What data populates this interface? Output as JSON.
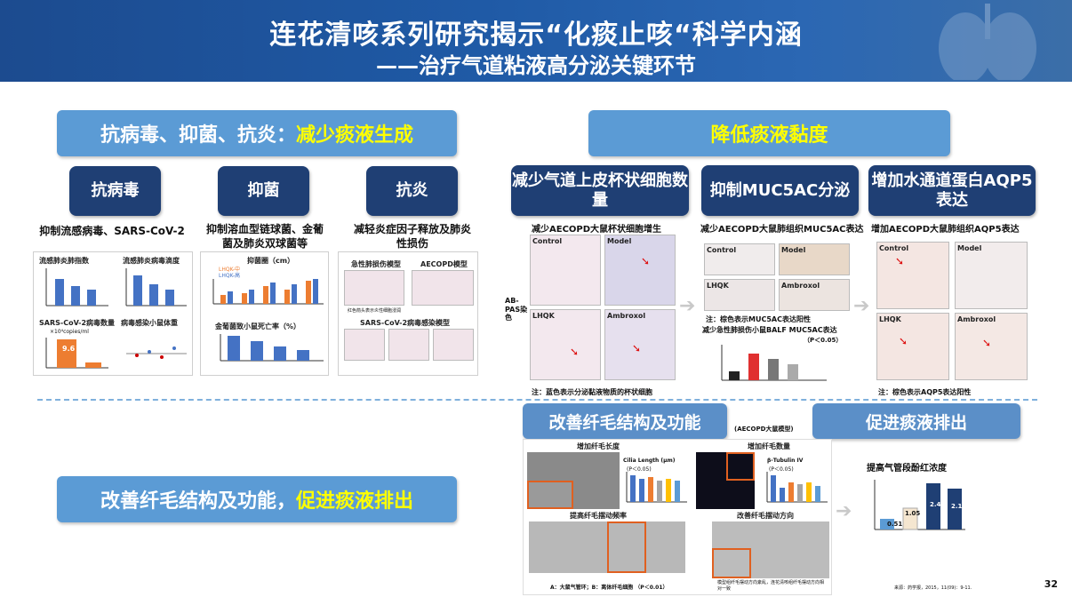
{
  "header": {
    "title_line1": "连花清咳系列研究揭示“化痰止咳“科学内涵",
    "title_line2": "——治疗气道粘液高分泌关键环节"
  },
  "left_section": {
    "pill_prefix": "抗病毒、抑菌、抗炎：",
    "pill_highlight": "减少痰液生成",
    "boxes": [
      {
        "label": "抗病毒",
        "caption": "抑制流感病毒、SARS-CoV-2"
      },
      {
        "label": "抑菌",
        "caption": "抑制溶血型链球菌、金葡菌及肺炎双球菌等"
      },
      {
        "label": "抗炎",
        "caption": "减轻炎症因子释放及肺炎性损伤"
      }
    ],
    "panel1": {
      "chart_a": "流感肺炎肺指数",
      "chart_b": "流感肺炎病毒滴度",
      "chart_c": "SARS-CoV-2病毒数量",
      "chart_d": "病毒感染小鼠体重",
      "unit": "×10⁴copies/ml",
      "value": "9.6"
    },
    "panel2": {
      "chart_a": "抑菌圈（cm）",
      "chart_b": "金葡菌致小鼠死亡率（%）",
      "legend_1": "LHQK-中",
      "legend_2": "LHQK-高"
    },
    "panel3": {
      "chart_a": "急性肺损伤模型",
      "chart_b": "AECOPD模型",
      "chart_c": "SARS-CoV-2病毒感染模型",
      "note": "红色箭头表示炎性细胞浸润"
    }
  },
  "right_section": {
    "pill": "降低痰液黏度",
    "boxes": [
      {
        "label": "减少气道上皮杯状细胞数量",
        "caption": "减少AECOPD大鼠杯状细胞增生"
      },
      {
        "label": "抑制MUC5AC分泌",
        "caption": "减少AECOPD大鼠肺组织MUC5AC表达"
      },
      {
        "label": "增加水通道蛋白AQP5表达",
        "caption": "增加AECOPD大鼠肺组织AQP5表达"
      }
    ],
    "goblet": {
      "stain": "AB-PAS染色",
      "groups": [
        "Control",
        "Model",
        "LHQK",
        "Ambroxol"
      ],
      "note": "注：蓝色表示分泌黏液物质的杯状细胞"
    },
    "muc": {
      "groups": [
        "Control",
        "Model",
        "LHQK",
        "Ambroxol"
      ],
      "note": "注：棕色表示MUC5AC表达阳性",
      "chart_title": "减少急性肺损伤小鼠BALF MUC5AC表达",
      "pval": "（P＜0.05）"
    },
    "aqp": {
      "groups": [
        "Control",
        "Model",
        "LHQK",
        "Ambroxol"
      ],
      "note": "注：棕色表示AQP5表达阳性"
    }
  },
  "bottom_section": {
    "pill_prefix": "改善纤毛结构及功能，",
    "pill_highlight": "促进痰液排出",
    "box_cilia": "改善纤毛结构及功能",
    "box_expel": "促进痰液排出",
    "model_label": "(AECOPD大鼠模型)",
    "cilia_length": "增加纤毛长度",
    "cilia_count": "增加纤毛数量",
    "cilia_len_chart": "Cilia Length (μm)",
    "tubulin_chart": "β-Tubulin IV",
    "pval": "(P＜0.05)",
    "beat_freq": "提高纤毛摆动频率",
    "beat_dir": "改善纤毛摆动方向",
    "freq_note": "A：大鼠气管环；B：离体纤毛细胞 （P＜0.01）",
    "dir_note": "模型组纤毛摆动方向紊乱，连花清咳组纤毛摆动方向相对一致",
    "phenol_title": "提高气管段酚红浓度",
    "phenol_values": [
      "0.51",
      "1.05",
      "2.4",
      "2.1"
    ],
    "source": "来源：药学报，2015，11(09)：9-11."
  },
  "page_number": "32"
}
